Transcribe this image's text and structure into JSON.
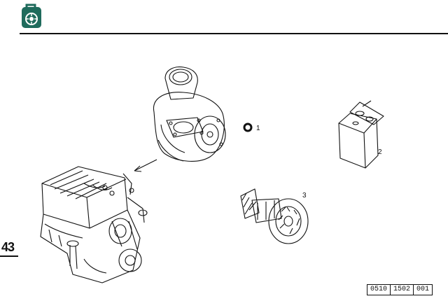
{
  "header": {
    "icon": "turbocharger-icon"
  },
  "page_number": "43",
  "callouts": [
    "1",
    "2",
    "3"
  ],
  "reference": [
    "0510",
    "1502",
    "001"
  ]
}
